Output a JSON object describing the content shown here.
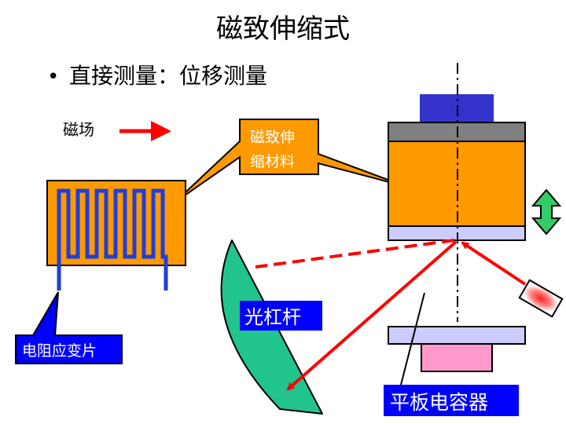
{
  "slide": {
    "title": "磁致伸缩式",
    "bullet": "直接测量：位移测量",
    "bullet_marker": "•"
  },
  "labels": {
    "magnetic_field": "磁场",
    "magnetostrictive_material_line1": "磁致伸",
    "magnetostrictive_material_line2": "缩材料",
    "optical_lever": "光杠杆",
    "strain_gauge": "电阻应变片",
    "plate_capacitor": "平板电容器"
  },
  "colors": {
    "orange": "#ff9900",
    "blue": "#1f3fd8",
    "red": "#ff0000",
    "green_lever": "#21c48c",
    "gray_plate": "#808080",
    "lavender": "#ccccff",
    "pink": "#ff99cc",
    "label_bg_blue": "#0000ff",
    "arrow_green": "#33cc66"
  }
}
